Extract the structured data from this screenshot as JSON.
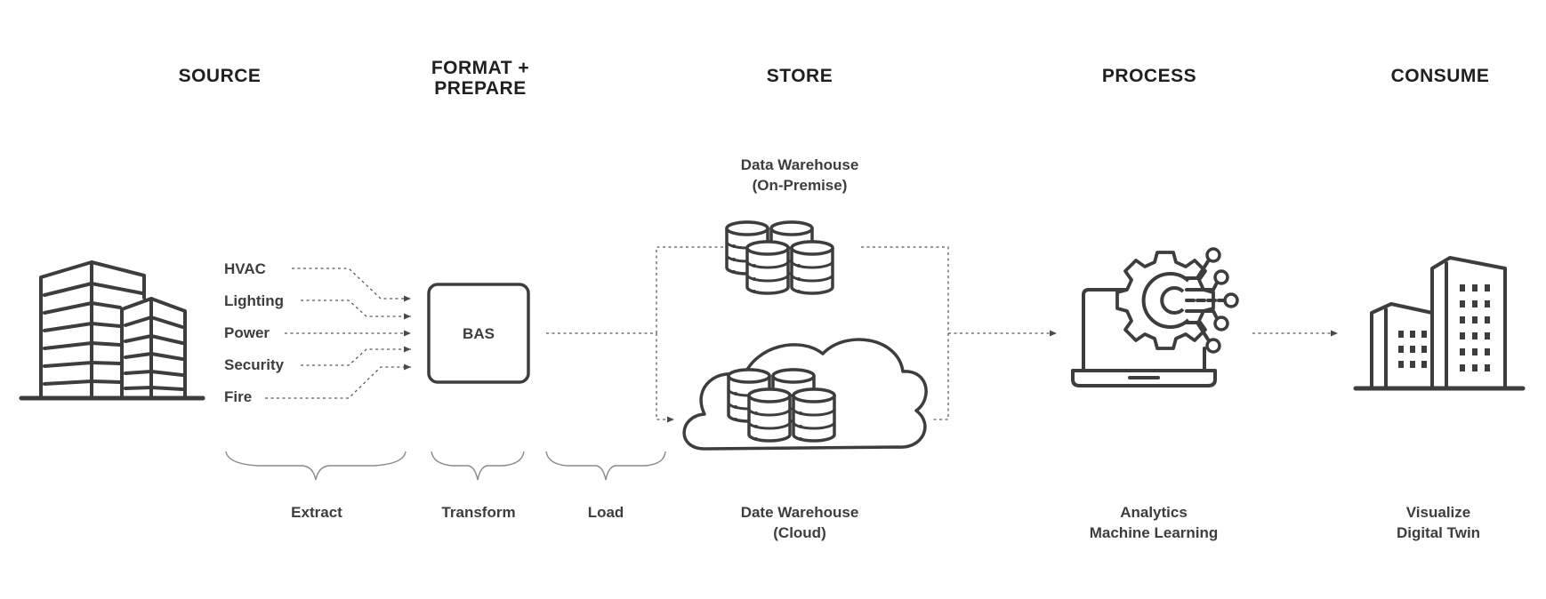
{
  "stages": {
    "source": "SOURCE",
    "format_prepare": [
      "FORMAT +",
      "PREPARE"
    ],
    "store": "STORE",
    "process": "PROCESS",
    "consume": "CONSUME"
  },
  "sources": [
    "HVAC",
    "Lighting",
    "Power",
    "Security",
    "Fire"
  ],
  "bas_label": "BAS",
  "steps": {
    "extract": "Extract",
    "transform": "Transform",
    "load": "Load"
  },
  "store": {
    "on_premise": [
      "Data Warehouse",
      "(On-Premise)"
    ],
    "cloud": [
      "Date Warehouse",
      "(Cloud)"
    ]
  },
  "process_labels": [
    "Analytics",
    "Machine Learning"
  ],
  "consume_labels": [
    "Visualize",
    "Digital Twin"
  ],
  "colors": {
    "ink": "#3d3d3d",
    "title": "#1f1f1f",
    "dashed_line": "#5a5a5a"
  }
}
